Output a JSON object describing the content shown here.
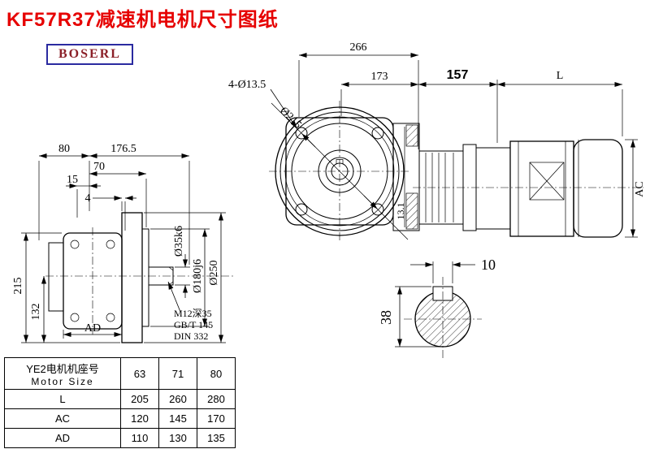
{
  "page": {
    "title": "KF57R37减速机电机尺寸图纸",
    "logo_text": "BOSERL",
    "colors": {
      "title": "#e60000",
      "logo_border": "#2a2aa0",
      "logo_text": "#8b2028"
    }
  },
  "front_view": {
    "dim_overall": "266",
    "dim_173": "173",
    "bolt_note": "4-Ø13.5",
    "bolt_circle_dia": "Ø215",
    "dim_157": "157",
    "dim_motor_length": "L",
    "dim_motor_dia": "AC",
    "dim_rib": "13.1"
  },
  "side_view": {
    "dim_80": "80",
    "dim_176_5": "176.5",
    "dim_70": "70",
    "dim_15": "15",
    "dim_4": "4",
    "dim_height": "215",
    "dim_center_height": "132",
    "dim_shaft_dia": "Ø35k6",
    "dim_spigot_dia": "Ø180j6",
    "dim_flange_dia": "Ø250",
    "dim_ad": "AD",
    "tap_line1": "M12深35",
    "tap_line2": "GB/T 145",
    "tap_line3": "DIN 332"
  },
  "shaft_section": {
    "dim_key_width": "10",
    "dim_height": "38"
  },
  "table": {
    "header_line1": "YE2电机机座号",
    "header_line2": "Motor Size",
    "frame_sizes": [
      "63",
      "71",
      "80"
    ],
    "rows": [
      {
        "label": "L",
        "values": [
          "205",
          "260",
          "280"
        ]
      },
      {
        "label": "AC",
        "values": [
          "120",
          "145",
          "170"
        ]
      },
      {
        "label": "AD",
        "values": [
          "110",
          "130",
          "135"
        ]
      }
    ]
  }
}
